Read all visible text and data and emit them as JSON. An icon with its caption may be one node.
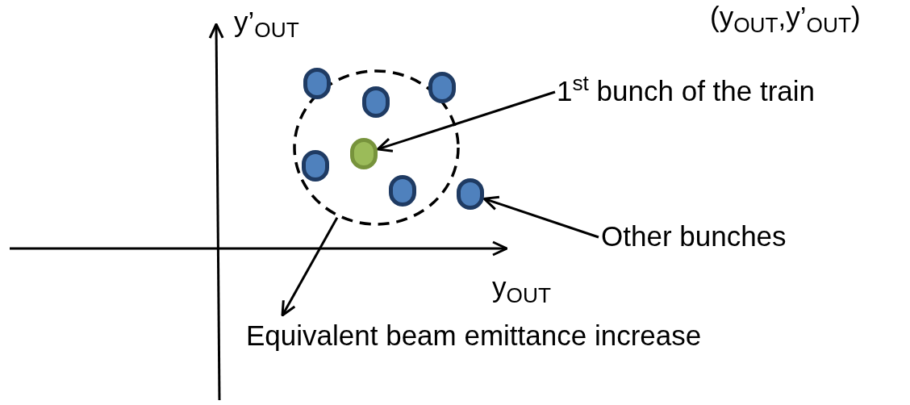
{
  "diagram": {
    "nodes": [
      {
        "text": [
          "1$^{st}$ bunch of the train"
        ]
      },
      {
        "text": [
          "Other bunches"
        ]
      },
      {
        "text": [
          "Equivalent beam emittance increase"
        ]
      },
      {
        "text": [],
        "shape": "circle"
      },
      {
        "text": [],
        "shape": "circle"
      },
      {
        "text": [],
        "shape": "circle"
      },
      {
        "text": [],
        "shape": "circle",
        "in": 3
      },
      {
        "text": [],
        "shape": "circle",
        "in": 3
      },
      {
        "text": [],
        "shape": "circle",
        "in": 3
      },
      {
        "text": [],
        "shape": "circle",
        "in": 3
      },
      {
        "text": [],
        "shape": "circle"
      }
    ],
    "edges": [
      {
        "from": 0,
        "to": 7,
        "arrow": "to"
      },
      {
        "from": 1,
        "to": 10,
        "arrow": "to"
      },
      {
        "from": 3,
        "to": 2,
        "arrow": "to"
      }
    ],
    "labels": [
      "(y$_{OUT}$,y’$_{OUT}$)",
      "y’$_{OUT}$",
      "y$_{OUT}$"
    ]
  }
}
